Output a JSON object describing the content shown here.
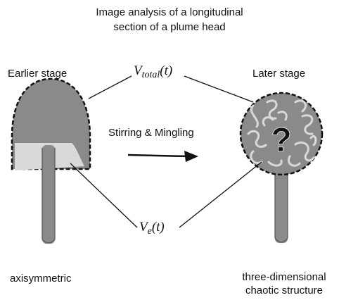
{
  "title": {
    "line1": "Image analysis of a longitudinal",
    "line2": "section of a plume head"
  },
  "left": {
    "stage_label": "Earlier stage",
    "caption": "axisymmetric"
  },
  "right": {
    "stage_label": "Later stage",
    "caption_line1": "three-dimensional",
    "caption_line2": "chaotic structure",
    "mark": "?"
  },
  "process_label": "Stirring & Mingling",
  "v_total": {
    "symbol": "V",
    "sub": "total",
    "arg": "(t)"
  },
  "v_e": {
    "symbol": "V",
    "sub": "e",
    "arg": "(t)"
  },
  "colors": {
    "plume": "#8a8a8a",
    "light": "#d9d9d9",
    "ink": "#111111"
  }
}
